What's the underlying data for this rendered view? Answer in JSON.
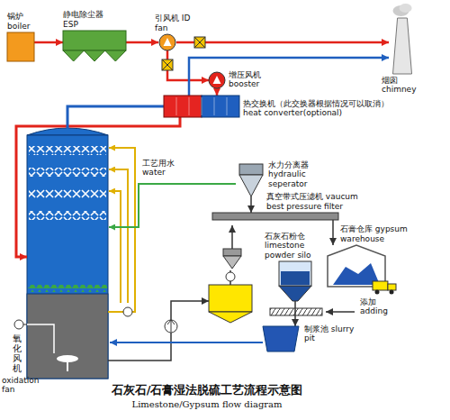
{
  "diagram": {
    "title": "石灰石/石膏湿法脱硫工艺流程示意图",
    "caption": "Limestone/Gypsum flow diagram",
    "nodes": [
      {
        "text": [
          "锅炉 boiler"
        ]
      },
      {
        "text": [
          "静电除尘器 ESP"
        ]
      },
      {
        "text": [
          "引风机 ID fan"
        ]
      },
      {
        "text": [
          "烟囱 chimney"
        ]
      },
      {
        "text": [
          "增压风机 booster"
        ]
      },
      {
        "text": [
          "热交换机（此交换器根据情况可以取消） heat converter(optional)"
        ]
      },
      {
        "text": [
          "水力分离器 hydraulic seperator"
        ]
      },
      {
        "text": [
          "真空带式压滤机 vaucum best pressure filter"
        ]
      },
      {
        "text": [
          "石膏仓库 gypsum warehouse"
        ]
      },
      {
        "text": [
          "石灰石粉仓 limestone powder silo"
        ]
      },
      {
        "text": [
          "添加 adding"
        ]
      },
      {
        "text": [
          "制浆池 slurry pit"
        ]
      },
      {
        "text": [
          "氧化风机",
          "oxidation fan"
        ]
      }
    ],
    "edges": [
      {
        "from": 0,
        "to": 1,
        "arrow": "to"
      },
      {
        "from": 1,
        "to": 2,
        "arrow": "to"
      },
      {
        "from": 2,
        "to": 3,
        "arrow": "to"
      },
      {
        "from": 2,
        "to": 4,
        "arrow": "to"
      },
      {
        "from": 4,
        "to": 5,
        "arrow": "to"
      },
      {
        "from": 5,
        "to": 3,
        "arrow": "to"
      },
      {
        "from": 6,
        "to": 7,
        "arrow": "to"
      },
      {
        "from": 7,
        "to": 8,
        "arrow": "to"
      },
      {
        "from": 9,
        "to": 11,
        "arrow": "to"
      }
    ],
    "labels": [
      "工艺用水 water"
    ]
  }
}
